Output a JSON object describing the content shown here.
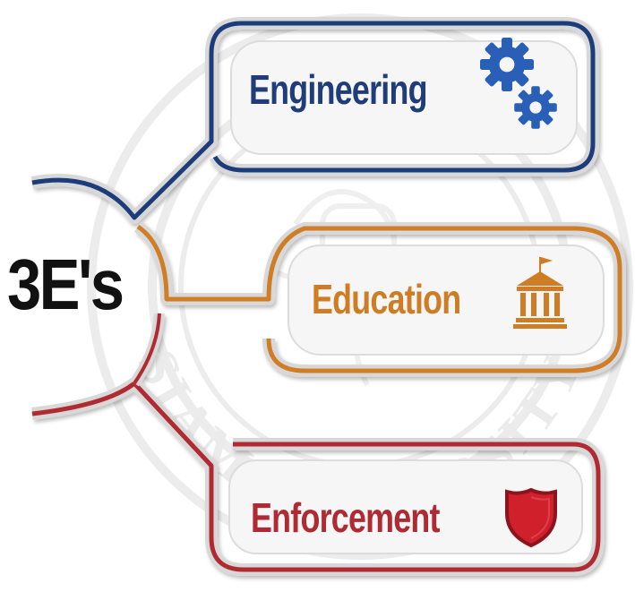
{
  "title": "3E's",
  "items": [
    {
      "label": "Engineering",
      "icon": "gears-icon",
      "color": "#1f3d7a"
    },
    {
      "label": "Education",
      "icon": "institution-building-icon",
      "color": "#cf7d25"
    },
    {
      "label": "Enforcement",
      "icon": "shield-badge-icon",
      "color": "#b02a33"
    }
  ],
  "watermark": {
    "text": "SIAM UNIVERSITY"
  },
  "colors": {
    "engineering": "#1f3d7a",
    "education": "#cf7d25",
    "enforcement": "#b02a33",
    "title": "#111111"
  }
}
